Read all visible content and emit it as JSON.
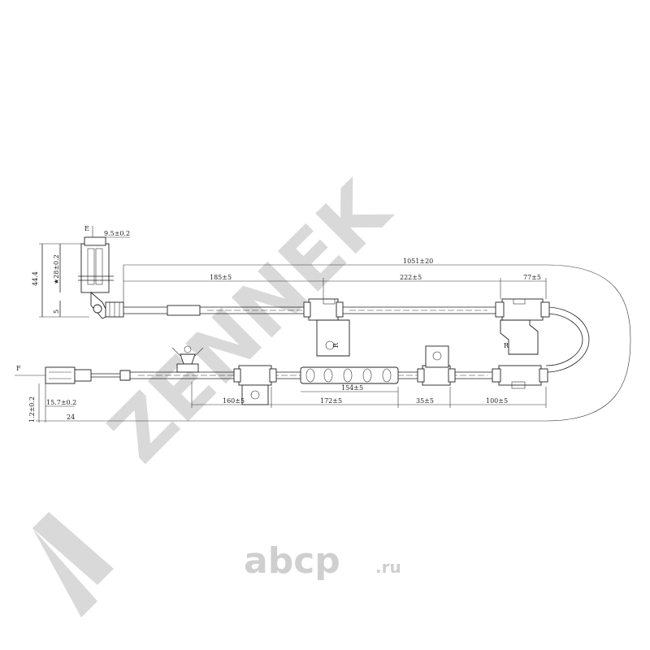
{
  "watermark": {
    "brand": "ZENNEK",
    "site": "abcp",
    "site_suffix": ".ru",
    "color": "#d9d9d9"
  },
  "drawing": {
    "view_labels": {
      "e": "E",
      "f": "F"
    },
    "clip_marks": {
      "left_bracket": "R",
      "right_bracket": "R"
    },
    "dimensions": {
      "sensor_offset": "9.5±0.2",
      "sensor_height": "44.4",
      "sensor_bore": "★28±0.2",
      "sensor_small": "5",
      "overall_length": "1051±20",
      "seg_a": "185±5",
      "seg_b": "222±5",
      "seg_c": "77±5",
      "seg_d": "160±5",
      "seg_e": "154±5",
      "seg_f": "172±5",
      "seg_g": "35±5",
      "seg_h": "100±5",
      "conn_width": "15.7±0.2",
      "conn_offset": "1.2±0.2",
      "conn_total": "24"
    }
  }
}
